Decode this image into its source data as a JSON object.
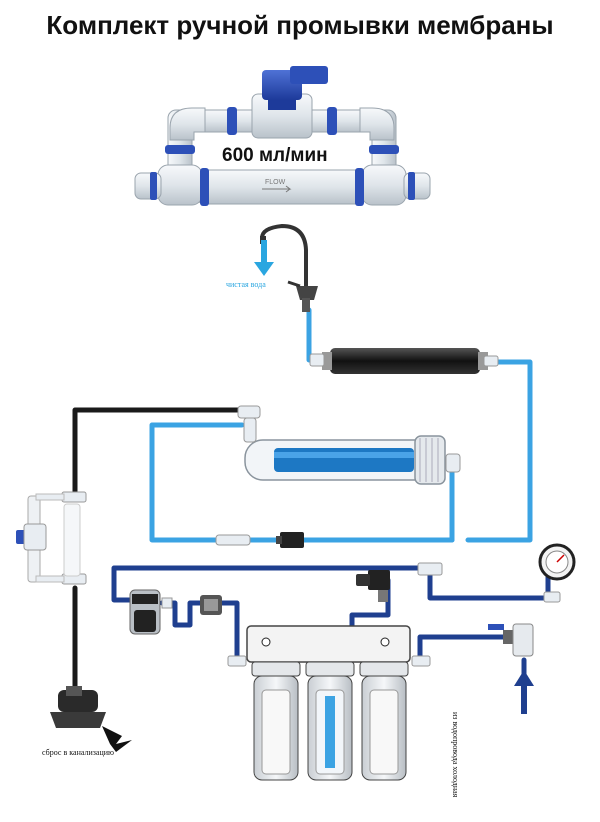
{
  "title": "Комплект ручной промывки мембраны",
  "flow_rate": "600 мл/мин",
  "flow_marking": "FLOW",
  "labels": {
    "clean_water": "чистая вода",
    "drain": "сброс в канализацию",
    "supply": "из водопровода холодная"
  },
  "colors": {
    "clean_line": "#3ba3e3",
    "raw_line": "#1f3f8f",
    "drain_line": "#1a1a1a",
    "fitting": "#e8edf2",
    "valve_handle": "#2d50b8",
    "membrane_core": "#1d78c4"
  }
}
